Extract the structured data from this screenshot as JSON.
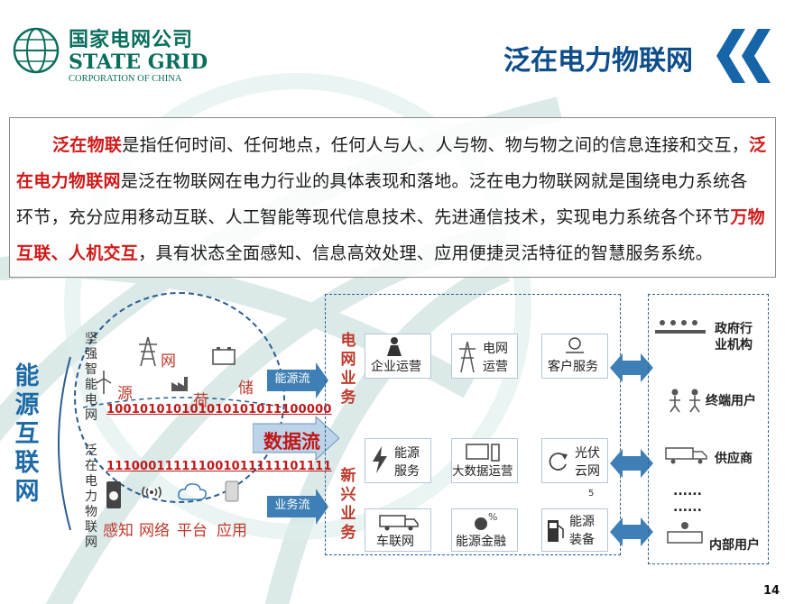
{
  "header": {
    "logo_cn": "国家电网公司",
    "logo_en": "STATE GRID",
    "logo_sub": "CORPORATION OF CHINA",
    "title": "泛在电力物联网"
  },
  "definition": {
    "line1": {
      "t1": "泛在物联",
      "t2": "是指任何时间、任何地点，任何人与人、人与物、物与物之间的信息连接和交互，",
      "t3": "泛"
    },
    "line2": {
      "t1": "在电力物联网",
      "t2": "是泛在物联网在电力行业的具体表现和落地。泛在电力物联网就是围绕电力系统各"
    },
    "line3": {
      "t1": "环节，充分应用移动互联、人工智能等现代信息技术、先进通信技术，实现电力系统各个环节",
      "t2": "万物"
    },
    "line4": {
      "t1": "互联、人机交互",
      "t2": "，具有状态全面感知、信息高效处理、应用便捷灵活特征的智慧服务系统。"
    }
  },
  "left": {
    "vertical_title": "能源互联网",
    "grid_label": "坚强智能电网",
    "iot_label": "泛在电力物联网",
    "grid_items": {
      "wang": "网",
      "yuan": "源",
      "he": "荷",
      "chu": "储"
    },
    "grid_bits": "100101010101010101011100000",
    "iot_bits": "111000111111001011111101111",
    "iot_items": {
      "sense": "感知",
      "network": "网络",
      "platform": "平台",
      "app": "应用"
    },
    "flow_energy": "能源流",
    "flow_data": "数据流",
    "flow_business": "业务流"
  },
  "middle": {
    "cat_grid": "电网业务",
    "cat_new": "新兴业务",
    "cards": {
      "enterprise": "企业运营",
      "grid_ops_1": "电网",
      "grid_ops_2": "运营",
      "customer": "客户服务",
      "energy_svc_1": "能源",
      "energy_svc_2": "服务",
      "bigdata": "大数据运营",
      "pv_1": "光伏",
      "pv_2": "云网",
      "vehicle": "车联网",
      "finance": "能源金融",
      "equip_1": "能源",
      "equip_2": "装备"
    },
    "tiny_mark": "5"
  },
  "right": {
    "gov_1": "政府行",
    "gov_2": "业机构",
    "users": "终端用户",
    "suppliers": "供应商",
    "dots1": "......",
    "dots2": "......",
    "internal": "内部用户"
  },
  "page_number": "14",
  "colors": {
    "brand_green": "#0a6e5c",
    "title_blue": "#0d4d8a",
    "accent_red": "#d01818",
    "flow_blue": "#3e7fb5"
  }
}
